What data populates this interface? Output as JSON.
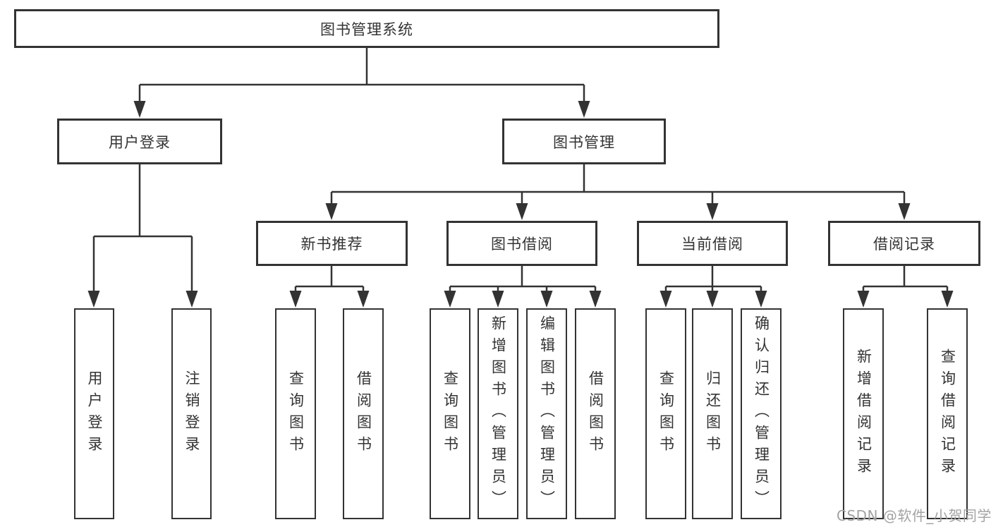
{
  "diagram_title": "图书管理系统",
  "tree": {
    "root": {
      "label": "图书管理系统"
    },
    "branches": [
      {
        "label": "用户登录",
        "children": [
          {
            "label": "用户登录"
          },
          {
            "label": "注销登录"
          }
        ]
      },
      {
        "label": "图书管理",
        "children": [
          {
            "label": "新书推荐",
            "children": [
              {
                "label": "查询图书"
              },
              {
                "label": "借阅图书"
              }
            ]
          },
          {
            "label": "图书借阅",
            "children": [
              {
                "label": "查询图书"
              },
              {
                "label": "新增图书（管理员）"
              },
              {
                "label": "编辑图书（管理员）"
              },
              {
                "label": "借阅图书"
              }
            ]
          },
          {
            "label": "当前借阅",
            "children": [
              {
                "label": "查询图书"
              },
              {
                "label": "归还图书"
              },
              {
                "label": "确认归还（管理员）"
              }
            ]
          },
          {
            "label": "借阅记录",
            "children": [
              {
                "label": "新增借阅记录"
              },
              {
                "label": "查询借阅记录"
              }
            ]
          }
        ]
      }
    ]
  },
  "watermark": "CSDN @软件_小贺同学",
  "colors": {
    "line": "#333333",
    "box_border": "#333333",
    "text": "#333333",
    "background": "#ffffff",
    "watermark": "#a3a3a3"
  }
}
